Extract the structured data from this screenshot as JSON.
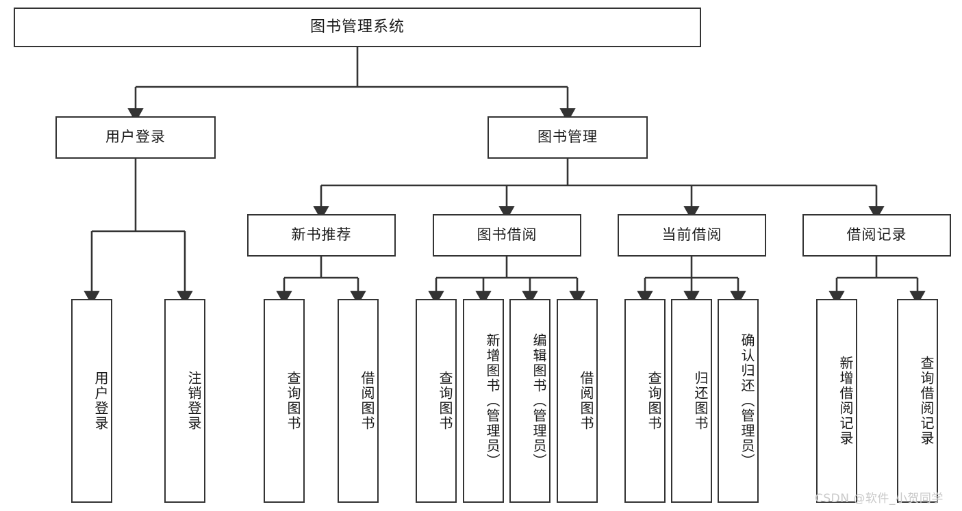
{
  "diagram": {
    "title": "图书管理系统",
    "type": "tree-hierarchy-chart",
    "levels": 4,
    "root": {
      "label": "图书管理系统"
    },
    "level2": [
      {
        "label": "用户登录"
      },
      {
        "label": "图书管理"
      }
    ],
    "level3": [
      {
        "label": "新书推荐"
      },
      {
        "label": "图书借阅"
      },
      {
        "label": "当前借阅"
      },
      {
        "label": "借阅记录"
      }
    ],
    "leaves": {
      "user_login": [
        {
          "label": "用户登录"
        },
        {
          "label": "注销登录"
        }
      ],
      "new_book_recommend": [
        {
          "label": "查询图书"
        },
        {
          "label": "借阅图书"
        }
      ],
      "book_borrow": [
        {
          "label": "查询图书"
        },
        {
          "label": "新增图书（管理员）"
        },
        {
          "label": "编辑图书（管理员）"
        },
        {
          "label": "借阅图书"
        }
      ],
      "current_borrow": [
        {
          "label": "查询图书"
        },
        {
          "label": "归还图书"
        },
        {
          "label": "确认归还（管理员）"
        }
      ],
      "borrow_record": [
        {
          "label": "新增借阅记录"
        },
        {
          "label": "查询借阅记录"
        }
      ]
    }
  },
  "watermark": {
    "text": "CSDN @软件_小贺同学"
  },
  "colors": {
    "stroke": "#333333",
    "text": "#1a1a1a",
    "background": "#ffffff",
    "watermark": "#c9c9c9"
  }
}
